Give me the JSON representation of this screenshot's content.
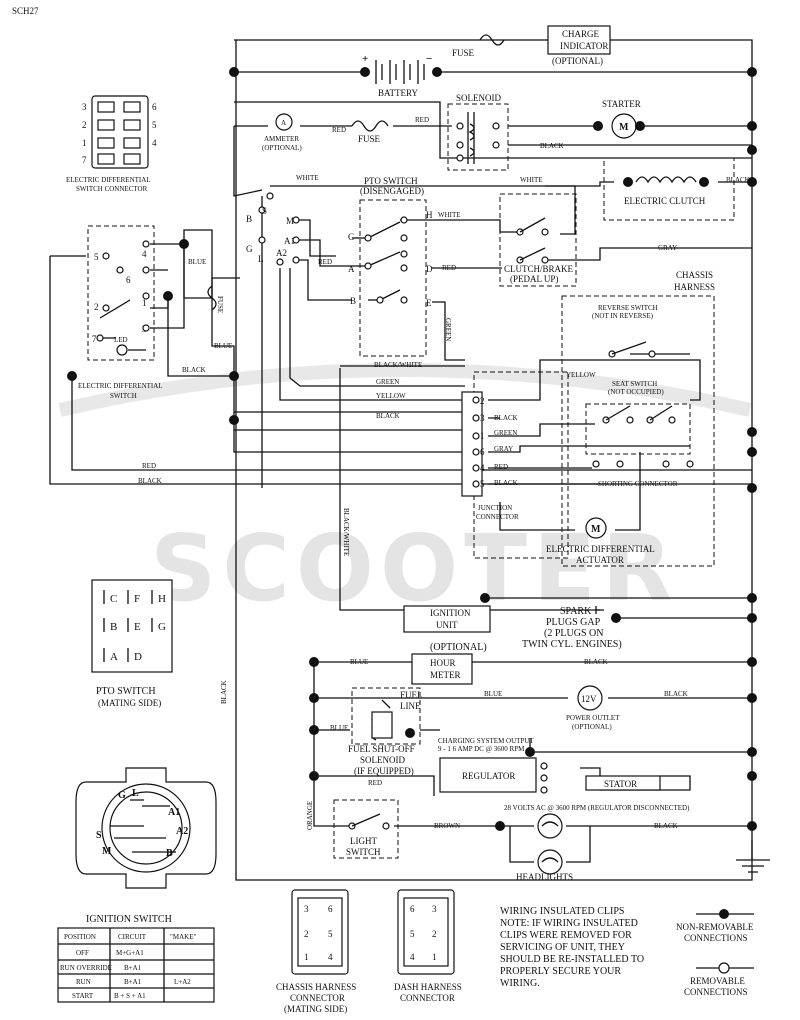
{
  "page_code": "SCH27",
  "watermark": "SCOOTER",
  "top": {
    "fuse": "FUSE",
    "charge_indicator": [
      "CHARGE",
      "INDICATOR"
    ],
    "optional": "(OPTIONAL)",
    "battery": "BATTERY",
    "plus": "+",
    "minus": "−",
    "solenoid": "SOLENOID",
    "starter": "STARTER",
    "starter_m": "M",
    "ammeter": "AMMETER",
    "ammeter_optional": "(OPTIONAL)",
    "ammeter_a": "A",
    "fuse2": "FUSE",
    "electric_clutch": "ELECTRIC CLUTCH"
  },
  "wires": {
    "red": "RED",
    "black": "BLACK",
    "white": "WHITE",
    "blue": "BLUE",
    "gray": "GRAY",
    "green": "GREEN",
    "yellow": "YELLOW",
    "black_white": "BLACK/WHITE",
    "orange": "ORANGE",
    "brown": "BROWN"
  },
  "edsc": {
    "title": [
      "ELECTRIC DIFFERENTIAL",
      "SWITCH CONNECTOR"
    ],
    "left_pins": [
      "3",
      "2",
      "1",
      "7"
    ],
    "right_pins": [
      "6",
      "5",
      "4"
    ]
  },
  "eds": {
    "title": [
      "ELECTRIC DIFFERENTIAL",
      "SWITCH"
    ],
    "pins": [
      "5",
      "4",
      "6",
      "2",
      "1",
      "3",
      "7"
    ],
    "led": "LED",
    "fuse": "FUSE"
  },
  "ignition_terminals": [
    "B",
    "S",
    "M",
    "G",
    "A1",
    "L",
    "A2"
  ],
  "pto": {
    "title": [
      "PTO SWITCH",
      "(DISENGAGED)"
    ],
    "terminals_left": [
      "C",
      "A",
      "B"
    ],
    "terminals_right": [
      "H",
      "D",
      "E"
    ]
  },
  "clutch_brake": [
    "CLUTCH/BRAKE",
    "(PEDAL UP)"
  ],
  "chassis_harness": [
    "CHASSIS",
    "HARNESS"
  ],
  "reverse_switch": [
    "REVERSE SWITCH",
    "(NOT IN REVERSE)"
  ],
  "seat_switch": [
    "SEAT SWITCH",
    "(NOT OCCUPIED)"
  ],
  "shorting_connector": "SHORTING   CONNECTOR",
  "junction": {
    "pins": [
      "2",
      "3",
      "1",
      "6",
      "4",
      "5"
    ],
    "label": [
      "JUNCTION",
      "CONNECTOR"
    ]
  },
  "actuator": {
    "m": "M",
    "label": [
      "ELECTRIC DIFFERENTIAL",
      "ACTUATOR"
    ]
  },
  "ignition_unit": [
    "IGNITION",
    "UNIT"
  ],
  "spark": [
    "SPARK",
    "PLUGS GAP",
    "(2 PLUGS ON",
    "TWIN CYL. ENGINES)"
  ],
  "hour_meter": {
    "optional": "(OPTIONAL)",
    "label": [
      "HOUR",
      "METER"
    ]
  },
  "fuel_line": [
    "FUEL",
    "LINE"
  ],
  "fuel_solenoid": [
    "FUEL SHUT-OFF",
    "SOLENOID",
    "(IF EQUIPPED)"
  ],
  "power_outlet": {
    "v": "12V",
    "label": [
      "POWER OUTLET",
      "(OPTIONAL)"
    ]
  },
  "charging": [
    "CHARGING SYSTEM OUTPUT",
    "9 - 1 6 AMP DC @ 3600 RPM"
  ],
  "regulator": "REGULATOR",
  "stator": "STATOR",
  "volts_ac": "28 VOLTS AC @ 3600 RPM (REGULATOR DISCONNECTED)",
  "light_switch": [
    "LIGHT",
    "SWITCH"
  ],
  "headlights": "HEADLIGHTS",
  "pto_connector": {
    "pins": [
      "C",
      "F",
      "H",
      "B",
      "E",
      "G",
      "A",
      "D"
    ],
    "title": "PTO SWITCH",
    "subtitle": "(MATING SIDE)"
  },
  "ignition_switch": {
    "title": "IGNITION SWITCH",
    "face_terminals": [
      "G",
      "L",
      "A1",
      "S",
      "A2",
      "M",
      "B"
    ],
    "table": {
      "headers": [
        "POSITION",
        "CIRCUIT",
        "\"MAKE\""
      ],
      "rows": [
        [
          "OFF",
          "M+G+A1",
          ""
        ],
        [
          "RUN OVERRIDE",
          "B+A1",
          ""
        ],
        [
          "RUN",
          "B+A1",
          "L+A2"
        ],
        [
          "START",
          "B + S + A1",
          ""
        ]
      ]
    }
  },
  "chassis_connector": {
    "pins": [
      "3",
      "6",
      "2",
      "5",
      "1",
      "4"
    ],
    "label": [
      "CHASSIS HARNESS",
      "CONNECTOR",
      "(MATING SIDE)"
    ]
  },
  "dash_connector": {
    "pins": [
      "6",
      "3",
      "5",
      "2",
      "4",
      "1"
    ],
    "label": [
      "DASH HARNESS",
      "CONNECTOR"
    ]
  },
  "note": [
    "WIRING INSULATED CLIPS",
    "NOTE: IF WIRING INSULATED",
    "CLIPS WERE REMOVED FOR",
    "SERVICING OF UNIT, THEY",
    "SHOULD BE RE-INSTALLED TO",
    "PROPERLY SECURE YOUR",
    "WIRING."
  ],
  "legend": {
    "non_removable": [
      "NON-REMOVABLE",
      "CONNECTIONS"
    ],
    "removable": [
      "REMOVABLE",
      "CONNECTIONS"
    ]
  }
}
